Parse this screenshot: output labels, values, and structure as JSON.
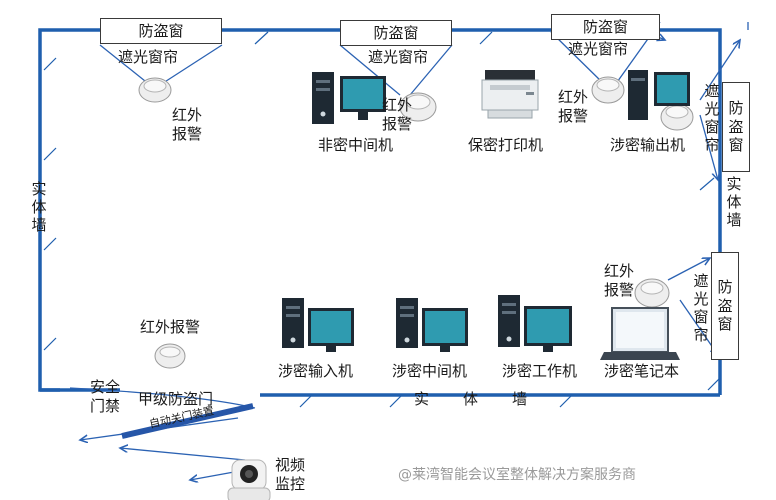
{
  "labels": {
    "antitheft_window": "防盗窗",
    "blind": "遮光窗帘",
    "infrared_alarm": "红外报警",
    "wall": "实体墙",
    "nonsecret_mid": "非密中间机",
    "secret_printer": "保密打印机",
    "secret_output": "涉密输出机",
    "secret_input": "涉密输入机",
    "secret_mid": "涉密中间机",
    "secret_workstation": "涉密工作机",
    "secret_laptop": "涉密笔记本",
    "security_door": "安全门禁",
    "class_a_door": "甲级防盗门",
    "auto_closer": "自动关门装置",
    "video_monitor": "视频监控",
    "watermark": "@莱湾智能会议室整体解决方案服务商"
  },
  "colors": {
    "wall": "#1f5fae",
    "monitor_screen": "#2f9bb0",
    "device_body": "#1e2933",
    "arrow": "#2b62b3"
  },
  "icons": [
    "desktop-computer-icon",
    "printer-icon",
    "laptop-icon",
    "infrared-sensor-icon",
    "security-camera-icon"
  ]
}
